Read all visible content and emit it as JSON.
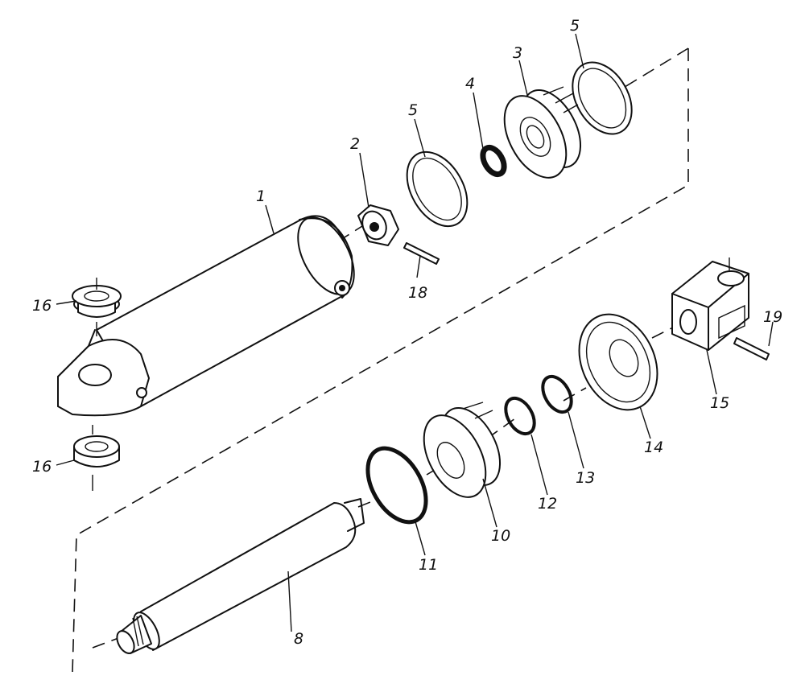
{
  "diagram": {
    "callouts": [
      {
        "id": "1",
        "text": "1"
      },
      {
        "id": "2",
        "text": "2"
      },
      {
        "id": "3",
        "text": "3"
      },
      {
        "id": "4",
        "text": "4"
      },
      {
        "id": "5a",
        "text": "5"
      },
      {
        "id": "5b",
        "text": "5"
      },
      {
        "id": "8",
        "text": "8"
      },
      {
        "id": "10",
        "text": "10"
      },
      {
        "id": "11",
        "text": "11"
      },
      {
        "id": "12",
        "text": "12"
      },
      {
        "id": "13",
        "text": "13"
      },
      {
        "id": "14",
        "text": "14"
      },
      {
        "id": "15",
        "text": "15"
      },
      {
        "id": "16a",
        "text": "16"
      },
      {
        "id": "16b",
        "text": "16"
      },
      {
        "id": "18",
        "text": "18"
      },
      {
        "id": "19",
        "text": "19"
      }
    ],
    "colors": {
      "ink": "#111111",
      "paper": "#ffffff"
    }
  }
}
